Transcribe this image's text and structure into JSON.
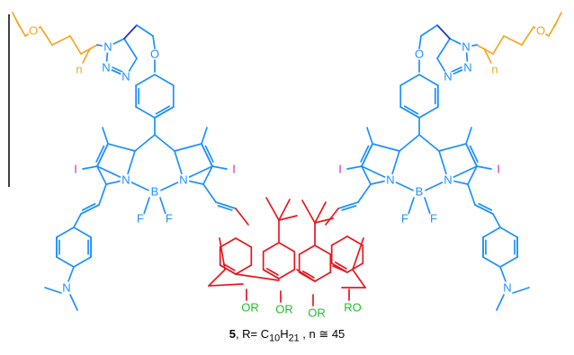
{
  "colors": {
    "peg": "#F5A623",
    "triazole_linker": "#1E90FF",
    "bodipy": "#1E90FF",
    "methylene": "#1c2fd0",
    "iodine": "#E020C8",
    "calixarene": "#E8171E",
    "alkoxy": "#1FBF2A",
    "separator": "#000000"
  },
  "atoms": {
    "O": "O",
    "N": "N",
    "B": "B",
    "F": "F",
    "I": "I",
    "n": "n"
  },
  "alkoxy_labels": [
    "OR",
    "OR",
    "OR",
    "RO"
  ],
  "caption": {
    "compound_number": "5",
    "r_prefix": ", R= ",
    "r_group_C": "C",
    "r_group_C_sub": "10",
    "r_group_H": "H",
    "r_group_H_sub": "21",
    "n_part": " , n ≅ 45"
  }
}
